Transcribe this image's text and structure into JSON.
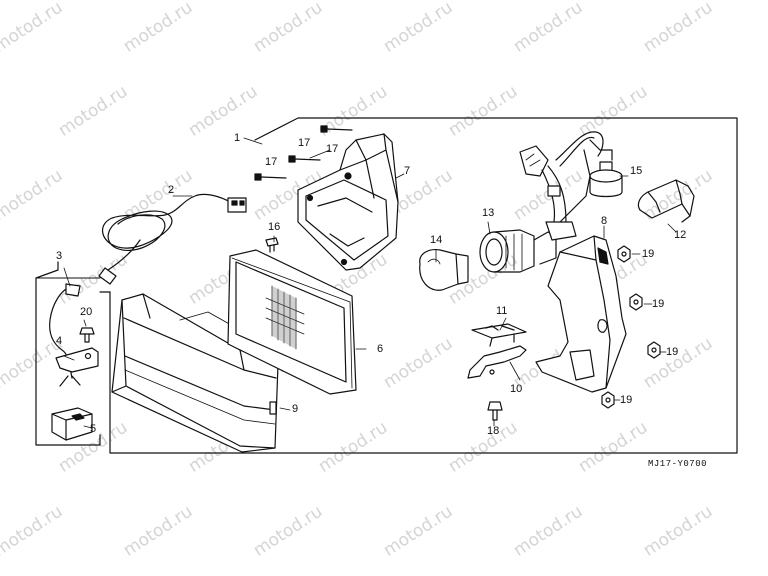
{
  "watermark": "motod.ru",
  "diagram_code": "MJ17-Y0700",
  "callouts": {
    "c1": "1",
    "c2": "2",
    "c3": "3",
    "c4": "4",
    "c5": "5",
    "c6": "6",
    "c7": "7",
    "c8": "8",
    "c9": "9",
    "c10": "10",
    "c11": "11",
    "c12": "12",
    "c13": "13",
    "c14": "14",
    "c15": "15",
    "c16": "16",
    "c17a": "17",
    "c17b": "17",
    "c17c": "17",
    "c18": "18",
    "c19a": "19",
    "c19b": "19",
    "c19c": "19",
    "c19d": "19",
    "c20": "20"
  },
  "colors": {
    "ink": "#111111",
    "watermark": "#d4d4d4",
    "background": "#ffffff"
  }
}
